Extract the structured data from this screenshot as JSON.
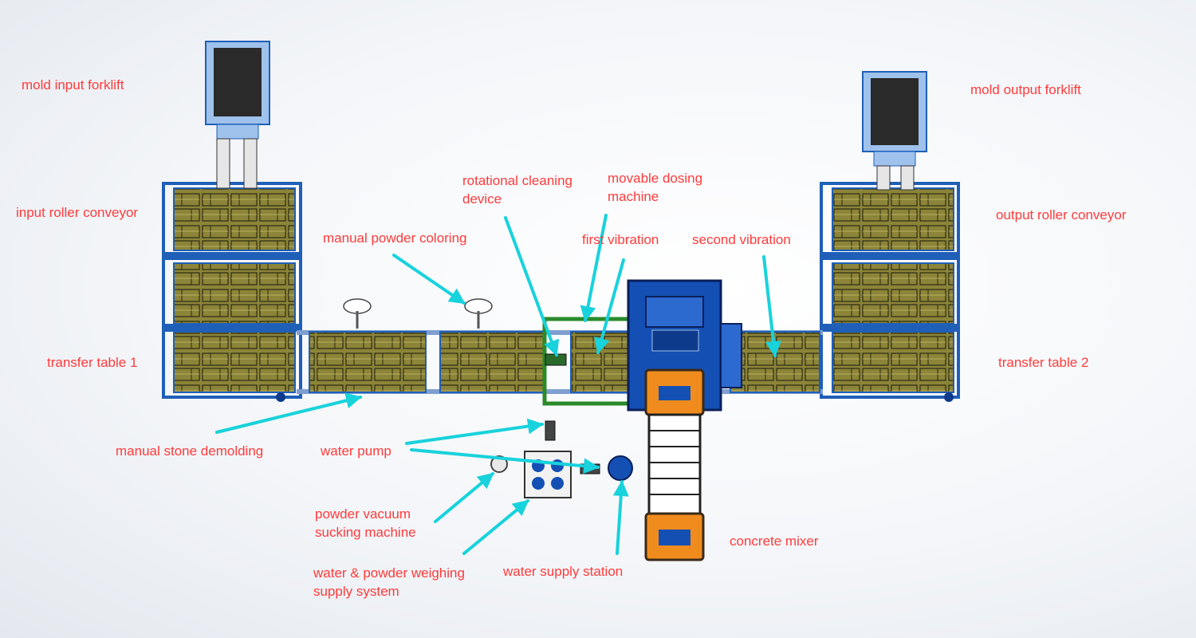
{
  "colors": {
    "label": "#ff3b3b",
    "arrow": "#18d2dc",
    "frame_blue": "#1f5fb8",
    "frame_blue_dark": "#0d3a8a",
    "mold_fill": "#8c8438",
    "mold_line": "#2c2a12",
    "vibrator_green": "#2a8a2a",
    "hopper_orange": "#f08c1e",
    "hopper_dark": "#3a2a18",
    "forklift_blue": "#9ec2ec",
    "mixer_blue": "#1450b4"
  },
  "labels": {
    "mold_input_forklift": "mold input forklift",
    "mold_output_forklift": "mold output forklift",
    "input_roller_conveyor": "input roller conveyor",
    "output_roller_conveyor": "output roller conveyor",
    "rotational_cleaning_device": [
      "rotational cleaning",
      "device"
    ],
    "movable_dosing_machine": [
      "movable dosing",
      "machine"
    ],
    "manual_powder_coloring": "manual powder coloring",
    "first_vibration": "first vibration",
    "second_vibration": "second vibration",
    "transfer_table_1": "transfer table 1",
    "transfer_table_2": "transfer table 2",
    "manual_stone_demolding": "manual stone demolding",
    "water_pump": "water pump",
    "powder_vacuum_sucking_machine": [
      "powder vacuum",
      "sucking machine"
    ],
    "water_powder_weighing_supply_system": [
      "water & powder weighing",
      "supply system"
    ],
    "water_supply_station": "water supply station",
    "concrete_mixer": "concrete mixer"
  }
}
